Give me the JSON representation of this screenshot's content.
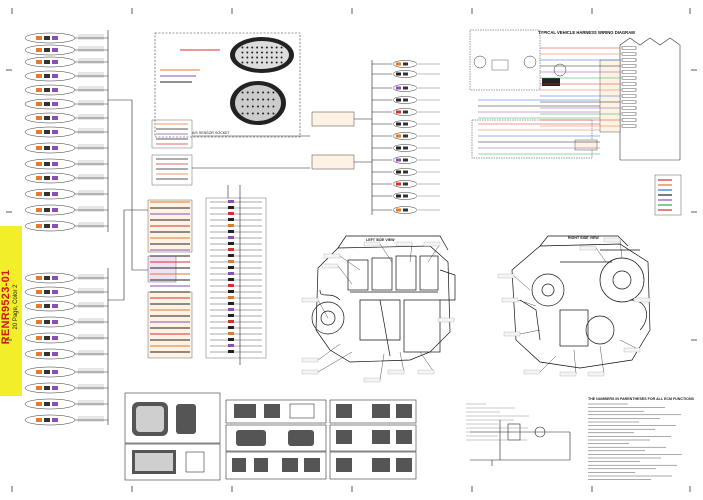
{
  "sidebar_tab": {
    "document_number": "RENR9523-01",
    "pages_note": "20 Page, Color 2"
  },
  "labels": {
    "wiring_diagram_title": "TYPICAL VEHICLE HARNESS WIRING DIAGRAM",
    "left_side_view": "LEFT SIDE VIEW",
    "right_side_view": "RIGHT SIDE VIEW",
    "ecm_label": "A/S SENSOR SOCKET",
    "notes_title": "THE NUMBERS IN PARENTHESES FOR ALL ECM FUNCTIONS"
  },
  "colors": {
    "tab_background": "#f3ee2a",
    "tab_text": "#d01818",
    "wire_black": "#222222",
    "wire_orange": "#e07a2c",
    "wire_purple": "#8a4fb8",
    "wire_red": "#d83030"
  }
}
